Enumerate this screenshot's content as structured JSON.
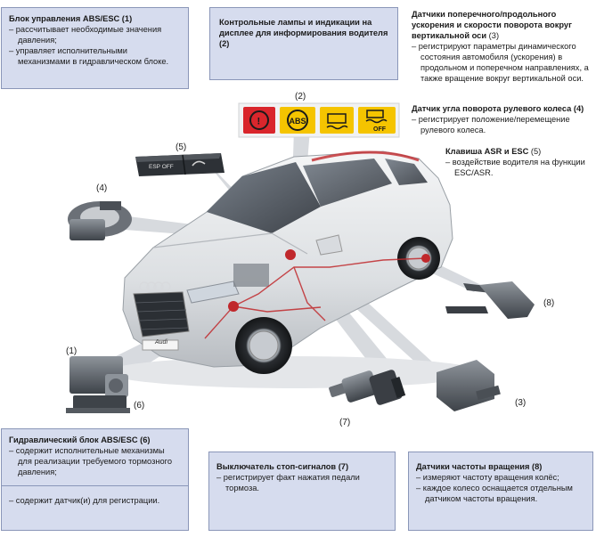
{
  "boxes": {
    "abs_control": {
      "title": "Блок управления ABS/ESC (1)",
      "items": [
        "рассчитывает необходимые значения давления;",
        "управляет исполнительными механизмами в гидравлическом блоке."
      ]
    },
    "warning_lamps": {
      "title": "Контрольные лампы и индикации на дисплее для информирования водителя (2)"
    },
    "hydraulic_unit": {
      "title": "Гидравлический блок ABS/ESC (6)",
      "items": [
        "содержит исполнительные механизмы для реализации требуемого тормозного давления;"
      ],
      "items2": [
        "содержит датчик(и) для регистрации."
      ]
    },
    "brake_switch": {
      "title": "Выключатель стоп-сигналов (7)",
      "items": [
        "регистрирует факт нажатия педали тормоза."
      ]
    },
    "wheel_speed": {
      "title": "Датчики частоты вращения (8)",
      "items": [
        "измеряют частоту вращения колёс;",
        "каждое колесо оснащается отдельным датчиком частоты вращения."
      ]
    }
  },
  "side_text": {
    "accel_sensors": {
      "title": "Датчики поперечного/продольного ускорения и скорости поворота вокруг вертикальной оси",
      "number": "(3)",
      "items": [
        "регистрируют параметры динамического состояния автомобиля (ускорения) в продольном и поперечном направлениях, а также вращение вокруг вертикальной оси."
      ]
    },
    "steering_sensor": {
      "title": "Датчик угла поворота рулевого колеса (4)",
      "items": [
        "регистрирует положение/перемещение рулевого колеса."
      ]
    },
    "asr_key": {
      "title": "Клавиша ASR и ESC",
      "number": "(5)",
      "items": [
        "воздействие водителя на функции ESC/ASR."
      ]
    }
  },
  "callouts": [
    "(1)",
    "(2)",
    "(3)",
    "(4)",
    "(5)",
    "(6)",
    "(7)",
    "(8)"
  ],
  "lamps": {
    "abs_label": "ABS",
    "off_label": "OFF",
    "esp_off_label": "ESP OFF"
  },
  "car_badge": "Audi",
  "colors": {
    "box_fill": "#d6dcee",
    "box_border": "#8a96b8",
    "lamp_red": "#d9262c",
    "lamp_yellow": "#f5c400",
    "harness_red": "#c0282c"
  }
}
